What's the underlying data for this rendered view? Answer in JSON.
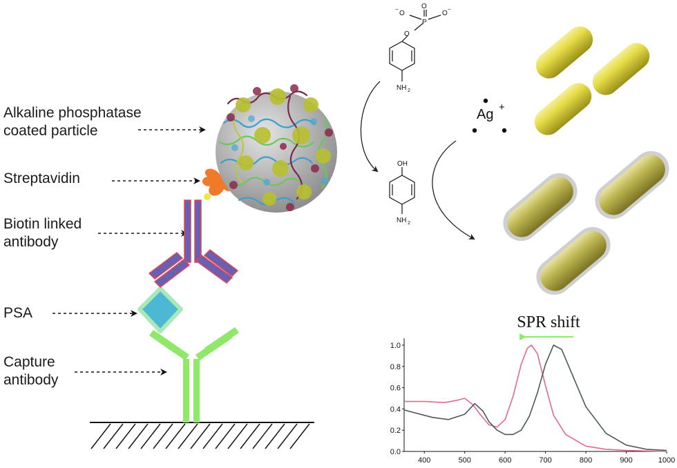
{
  "labels": {
    "alp_line1": "Alkaline phosphatase",
    "alp_line2": "coated particle",
    "streptavidin": "Streptavidin",
    "biotin_line1": "Biotin linked",
    "biotin_line2": "antibody",
    "psa": "PSA",
    "capture_line1": "Capture",
    "capture_line2": "antibody"
  },
  "chemistry": {
    "o_minus": "O",
    "phosphorus": "P",
    "oxygen": "O",
    "amine": "NH",
    "amine_sub": "2",
    "hydroxyl": "OH",
    "silver_ion": "Ag",
    "silver_charge": "+"
  },
  "colors": {
    "capture_antibody": "#8fe86a",
    "biotin_antibody": "#6a5fb0",
    "biotin_outline": "#d9495a",
    "psa_fill": "#4db8d1",
    "psa_outline": "#a9e8b8",
    "streptavidin": "#f07a2a",
    "biotin_dot": "#e8e84a",
    "nanorod_light": "#e8e060",
    "nanorod_dark": "#b8b040",
    "spectrum_pink": "#e06a8a",
    "spectrum_gray": "#4a5560",
    "arrow_green": "#8fe86a"
  },
  "chart_data": {
    "type": "line",
    "title": "SPR shift",
    "xlabel": "",
    "ylabel": "",
    "xlim": [
      350,
      1000
    ],
    "ylim": [
      0.0,
      1.0
    ],
    "x_ticks": [
      400,
      500,
      600,
      700,
      800,
      900,
      1000
    ],
    "y_ticks": [
      0.0,
      0.2,
      0.4,
      0.6,
      0.8,
      1.0
    ],
    "series": [
      {
        "color": "#e06a8a",
        "x": [
          350,
          400,
          450,
          480,
          500,
          520,
          540,
          560,
          580,
          600,
          620,
          640,
          655,
          665,
          680,
          700,
          720,
          750,
          800,
          850,
          900,
          1000
        ],
        "y": [
          0.47,
          0.47,
          0.46,
          0.48,
          0.5,
          0.44,
          0.34,
          0.25,
          0.23,
          0.3,
          0.52,
          0.82,
          0.97,
          1.0,
          0.92,
          0.62,
          0.34,
          0.16,
          0.05,
          0.02,
          0.01,
          0.0
        ]
      },
      {
        "color": "#4a5560",
        "x": [
          350,
          380,
          420,
          460,
          500,
          525,
          545,
          560,
          580,
          600,
          620,
          640,
          660,
          680,
          700,
          720,
          740,
          760,
          800,
          850,
          900,
          950,
          1000
        ],
        "y": [
          0.39,
          0.36,
          0.32,
          0.3,
          0.35,
          0.45,
          0.38,
          0.28,
          0.2,
          0.16,
          0.16,
          0.2,
          0.33,
          0.55,
          0.82,
          1.0,
          0.96,
          0.78,
          0.42,
          0.17,
          0.06,
          0.02,
          0.01
        ]
      }
    ]
  }
}
